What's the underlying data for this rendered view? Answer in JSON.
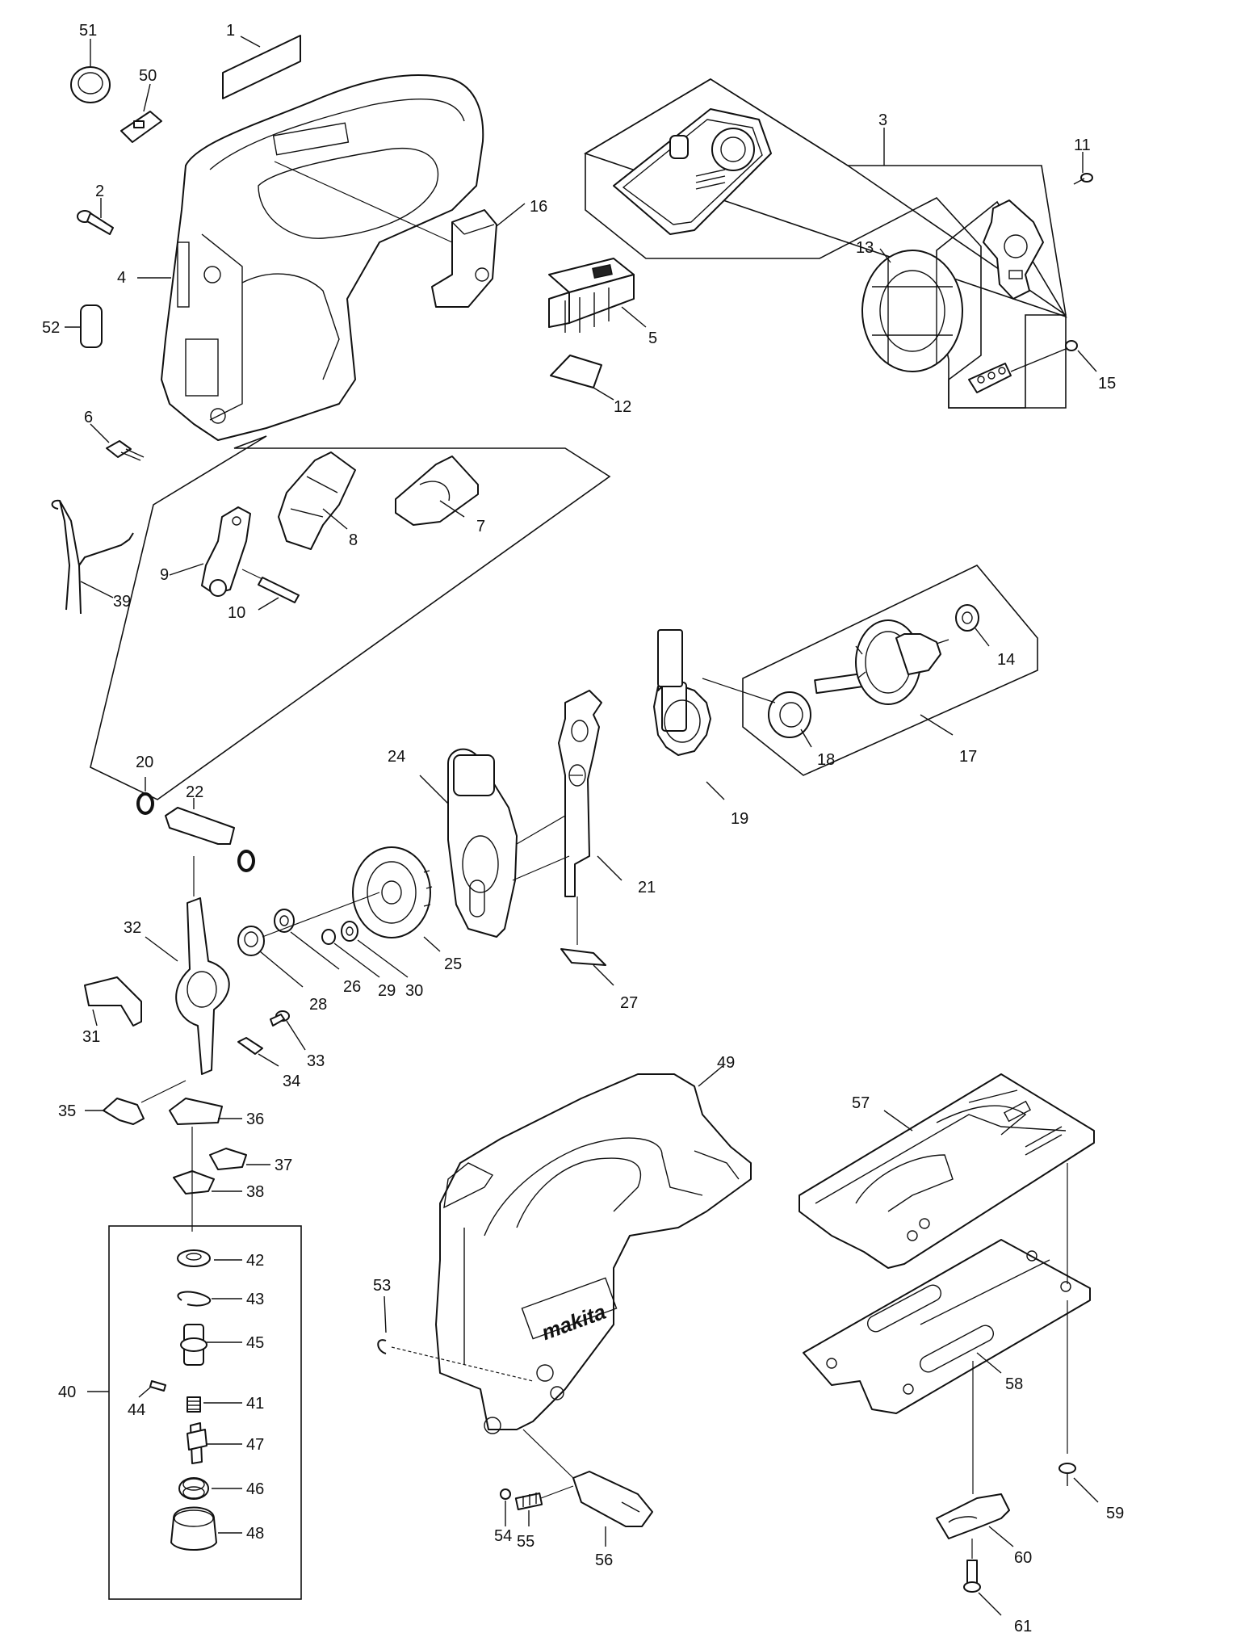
{
  "diagram": {
    "type": "exploded-parts-view",
    "callouts": [
      "1",
      "2",
      "3",
      "4",
      "5",
      "6",
      "7",
      "8",
      "9",
      "10",
      "11",
      "12",
      "13",
      "14",
      "15",
      "16",
      "17",
      "18",
      "19",
      "20",
      "21",
      "22",
      "24",
      "25",
      "26",
      "27",
      "28",
      "29",
      "30",
      "31",
      "32",
      "33",
      "34",
      "35",
      "36",
      "37",
      "38",
      "39",
      "40",
      "41",
      "42",
      "43",
      "44",
      "45",
      "46",
      "47",
      "48",
      "49",
      "50",
      "51",
      "52",
      "53",
      "54",
      "55",
      "56",
      "57",
      "58",
      "59",
      "60",
      "61"
    ],
    "brand_mark": "makita"
  }
}
